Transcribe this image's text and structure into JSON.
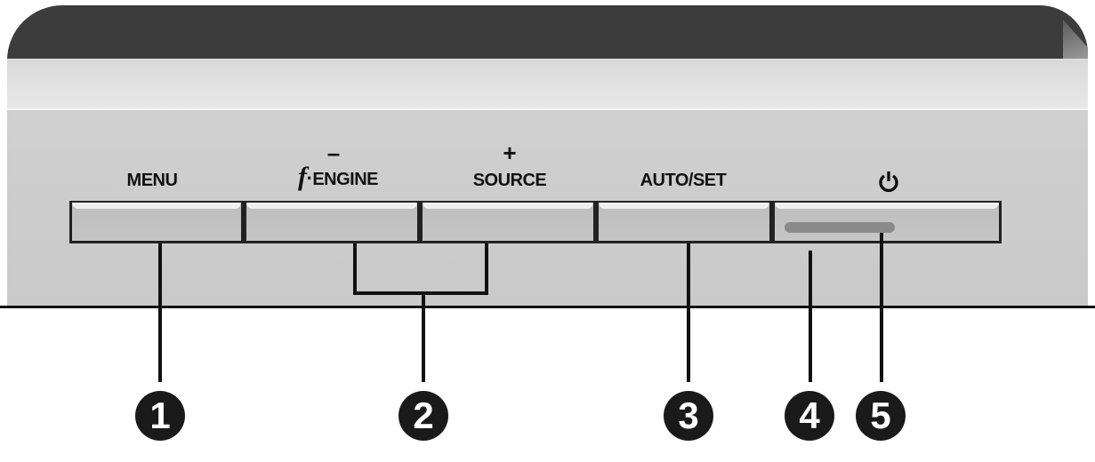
{
  "buttons": {
    "menu": {
      "label": "MENU"
    },
    "fengine": {
      "symbol": "–",
      "f": "f",
      "dot": "·",
      "label": "ENGINE"
    },
    "source": {
      "symbol": "+",
      "label": "SOURCE"
    },
    "autoset": {
      "label": "AUTO/SET"
    },
    "power": {
      "icon": "power-icon"
    }
  },
  "callouts": [
    "1",
    "2",
    "3",
    "4",
    "5"
  ]
}
